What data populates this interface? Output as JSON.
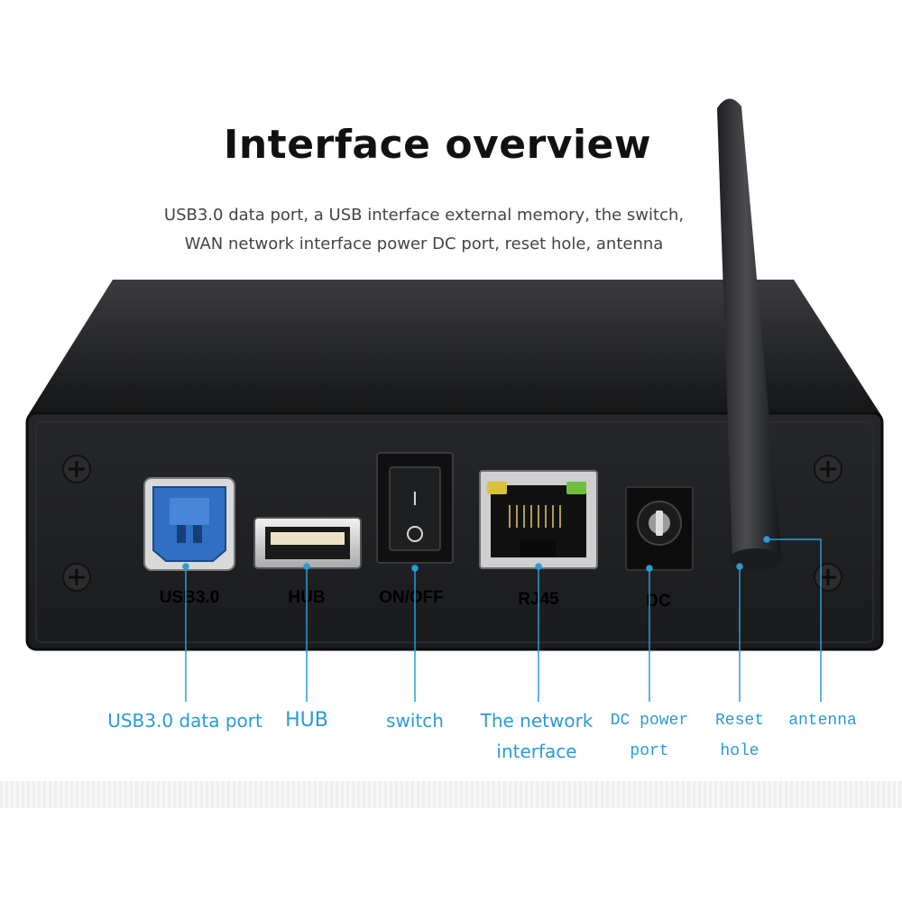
{
  "title": "Interface overview",
  "subtitle_line1": "USB3.0 data port, a USB interface external memory, the switch,",
  "subtitle_line2": "WAN network interface power DC port, reset hole, antenna",
  "panel_labels": {
    "usb30": "USB3.0",
    "hub": "HUB",
    "onoff": "ON/OFF",
    "rj45": "RJ45",
    "dc": "DC"
  },
  "switch_marks": {
    "on": "I",
    "off": "O"
  },
  "callouts": {
    "usb_data_port": "USB3.0 data port",
    "hub": "HUB",
    "switch": "switch",
    "network_line1": "The network",
    "network_line2": "interface",
    "dc_line1": "DC power",
    "dc_line2": "port",
    "reset_line1": "Reset",
    "reset_line2": "hole",
    "antenna": "antenna"
  },
  "colors": {
    "callout": "#2a9bd8",
    "enclosure": "#1c1d1f",
    "usb_blue": "#2f6fc4"
  }
}
